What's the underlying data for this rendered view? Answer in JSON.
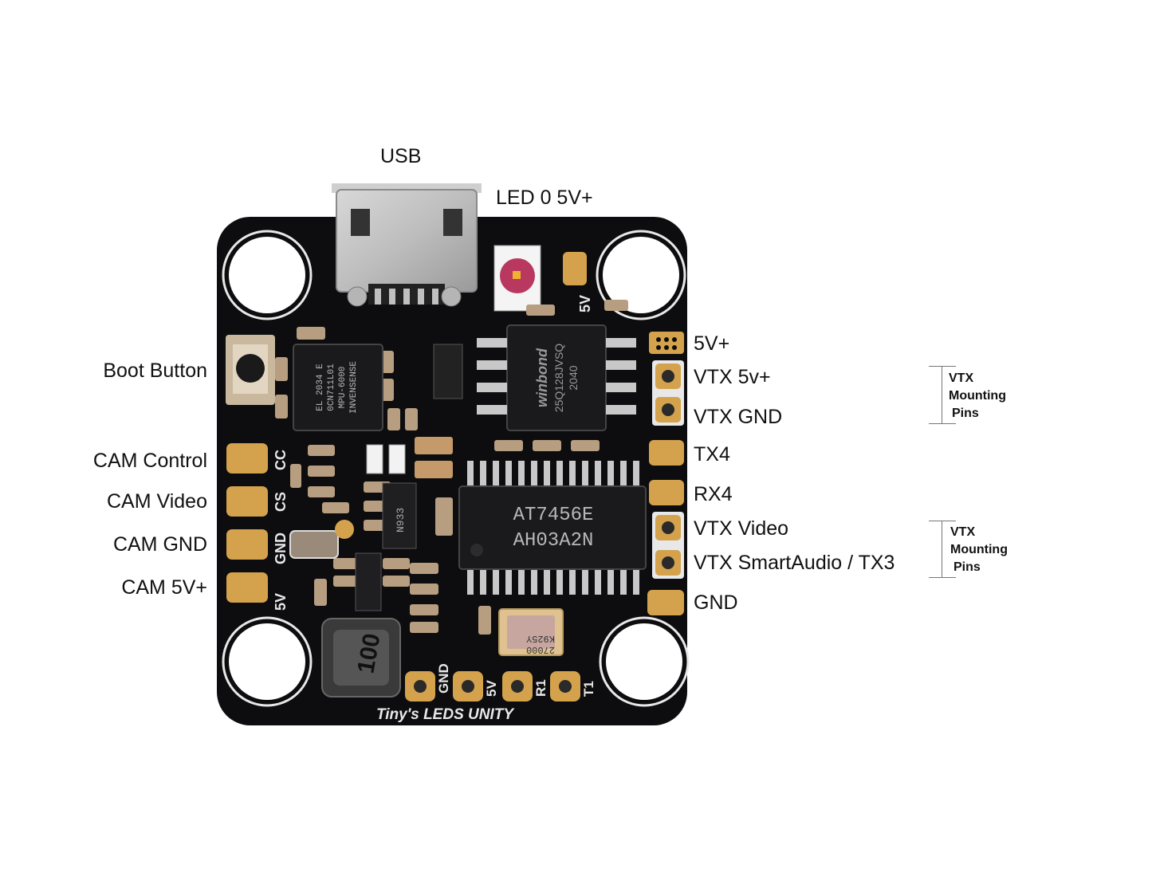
{
  "labels": {
    "usb": "USB",
    "led": "LED 0  5V+",
    "boot_button": "Boot Button",
    "cam_control": "CAM Control",
    "cam_video": "CAM Video",
    "cam_gnd": "CAM GND",
    "cam_5v": "CAM 5V+",
    "pad_5v": "5V+",
    "vtx_5v": "VTX 5v+",
    "vtx_gnd": "VTX GND",
    "tx4": "TX4",
    "rx4": "RX4",
    "vtx_video": "VTX Video",
    "vtx_smartaudio": "VTX SmartAudio /  TX3",
    "gnd": "GND"
  },
  "groups": {
    "upper": {
      "line1": "VTX",
      "line2": "Mounting",
      "line3": "Pins"
    },
    "lower": {
      "line1": "VTX",
      "line2": "Mounting",
      "line3": "Pins"
    }
  },
  "silkscreen": {
    "board_name": "Tiny's LEDS UNITY",
    "left_pads": [
      "CC",
      "CS",
      "GND",
      "5V"
    ],
    "bottom_pads": [
      "GND",
      "5V",
      "R1",
      "T1"
    ],
    "led_pad": "5V"
  },
  "chips": {
    "imu": [
      "INVENSENSE",
      "MPU-6000",
      "0CN711L01",
      "EL 2034 E"
    ],
    "flash": [
      "winbond",
      "25Q128JVSQ",
      "2040"
    ],
    "osd": [
      "AT7456E",
      "AH03A2N"
    ],
    "inductor": "100",
    "crystal": [
      "27000",
      "K925Y"
    ],
    "regulator": "N933"
  },
  "colors": {
    "pcb": "#0d0d0f",
    "silk": "#e8e8e8",
    "gold": "#d4a24c",
    "pad_ring": "#c9923d"
  }
}
